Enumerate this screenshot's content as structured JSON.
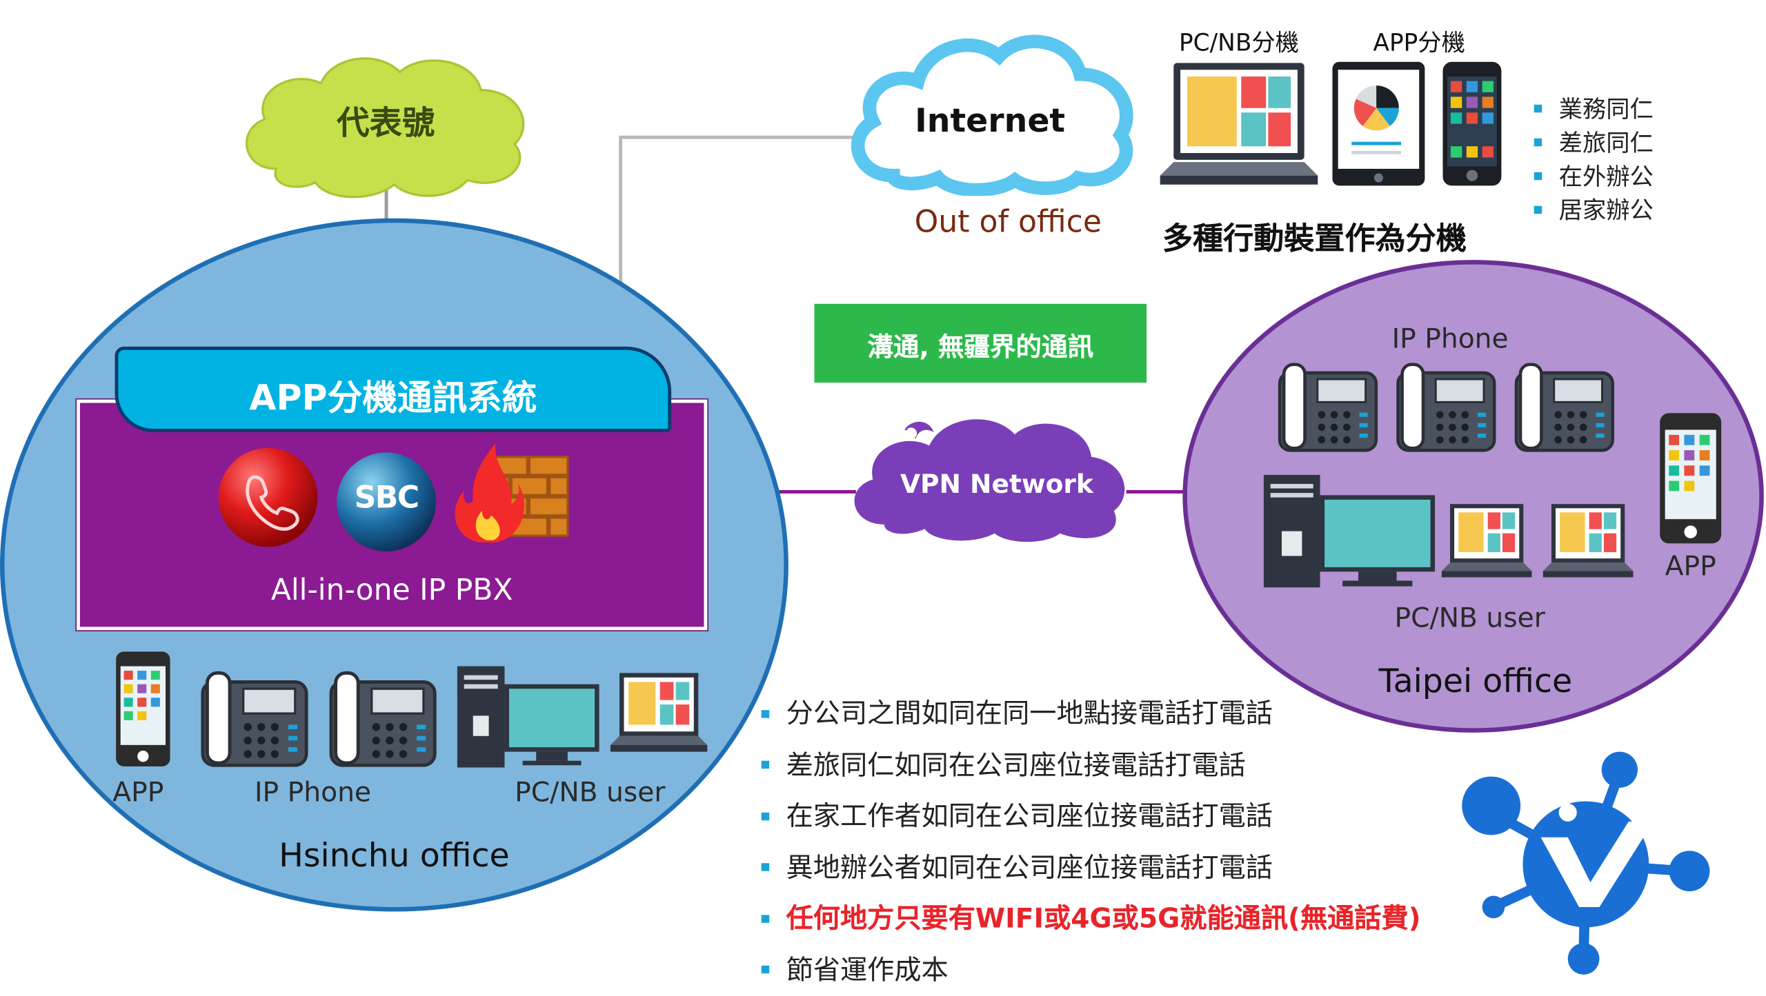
{
  "hsinchu": {
    "main_number": "代表號",
    "app_system_title": "APP分機通訊系統",
    "sbc_label": "SBC",
    "pbx_label": "All-in-one IP PBX",
    "device_labels": [
      "APP",
      "IP Phone",
      "PC/NB user"
    ],
    "office_name": "Hsinchu office"
  },
  "internet": {
    "cloud_label": "Internet",
    "out_of_office": "Out of office",
    "pcnb_ext": "PC/NB分機",
    "app_ext": "APP分機",
    "mobile_caption": "多種行動裝置作為分機",
    "user_types": [
      "業務同仁",
      "差旅同仁",
      "在外辦公",
      "居家辦公"
    ]
  },
  "center": {
    "slogan": "溝通, 無疆界的通訊",
    "vpn_label": "VPN Network"
  },
  "taipei": {
    "ip_phone_label": "IP Phone",
    "app_label": "APP",
    "pcnb_label": "PC/NB user",
    "office_name": "Taipei office"
  },
  "benefits": [
    {
      "text": "分公司之間如同在同一地點接電話打電話",
      "highlight": false
    },
    {
      "text": "差旅同仁如同在公司座位接電話打電話",
      "highlight": false
    },
    {
      "text": "在家工作者如同在公司座位接電話打電話",
      "highlight": false
    },
    {
      "text": "異地辦公者如同在公司座位接電話打電話",
      "highlight": false
    },
    {
      "text": "任何地方只要有WIFI或4G或5G就能通訊(無通話費)",
      "highlight": true
    },
    {
      "text": "節省運作成本",
      "highlight": false
    }
  ],
  "colors": {
    "hsinchu_fill": "#7fb6dd",
    "taipei_fill": "#b393d2",
    "pbx_purple": "#8b1a93",
    "banner_cyan": "#00b3e3",
    "slogan_green": "#2db84b",
    "vpn_purple": "#7a3fb8",
    "highlight_red": "#e8242a",
    "logo_blue": "#1a6fd4"
  }
}
